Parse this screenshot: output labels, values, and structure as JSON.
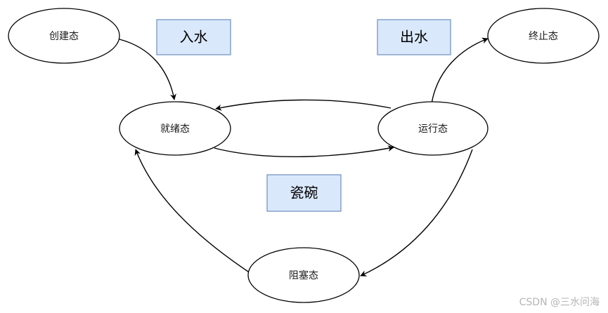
{
  "diagram": {
    "nodes": {
      "created": "创建态",
      "ready": "就绪态",
      "running": "运行态",
      "terminated": "终止态",
      "blocked": "阻塞态"
    },
    "labels": {
      "in_water": "入水",
      "out_water": "出水",
      "bowl": "瓷碗"
    },
    "colors": {
      "label_fill": "#dae8fc",
      "label_border": "#6c8ebf",
      "edge": "#000000"
    }
  },
  "watermark": "CSDN @三水问海"
}
